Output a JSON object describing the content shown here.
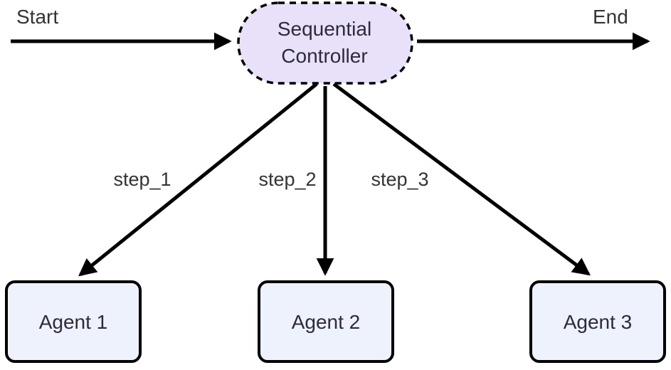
{
  "diagram": {
    "start_label": "Start",
    "end_label": "End",
    "controller": {
      "label_line1": "Sequential",
      "label_line2": "Controller"
    },
    "agents": [
      {
        "label": "Agent 1"
      },
      {
        "label": "Agent 2"
      },
      {
        "label": "Agent 3"
      }
    ],
    "edges": [
      {
        "label": "step_1"
      },
      {
        "label": "step_2"
      },
      {
        "label": "step_3"
      }
    ]
  },
  "colors": {
    "controller_fill": "#e8e1f9",
    "agent_fill": "#edf2fc",
    "edge_stroke": "#000000",
    "node_text": "#2e2a3c",
    "label_text": "#333333"
  }
}
